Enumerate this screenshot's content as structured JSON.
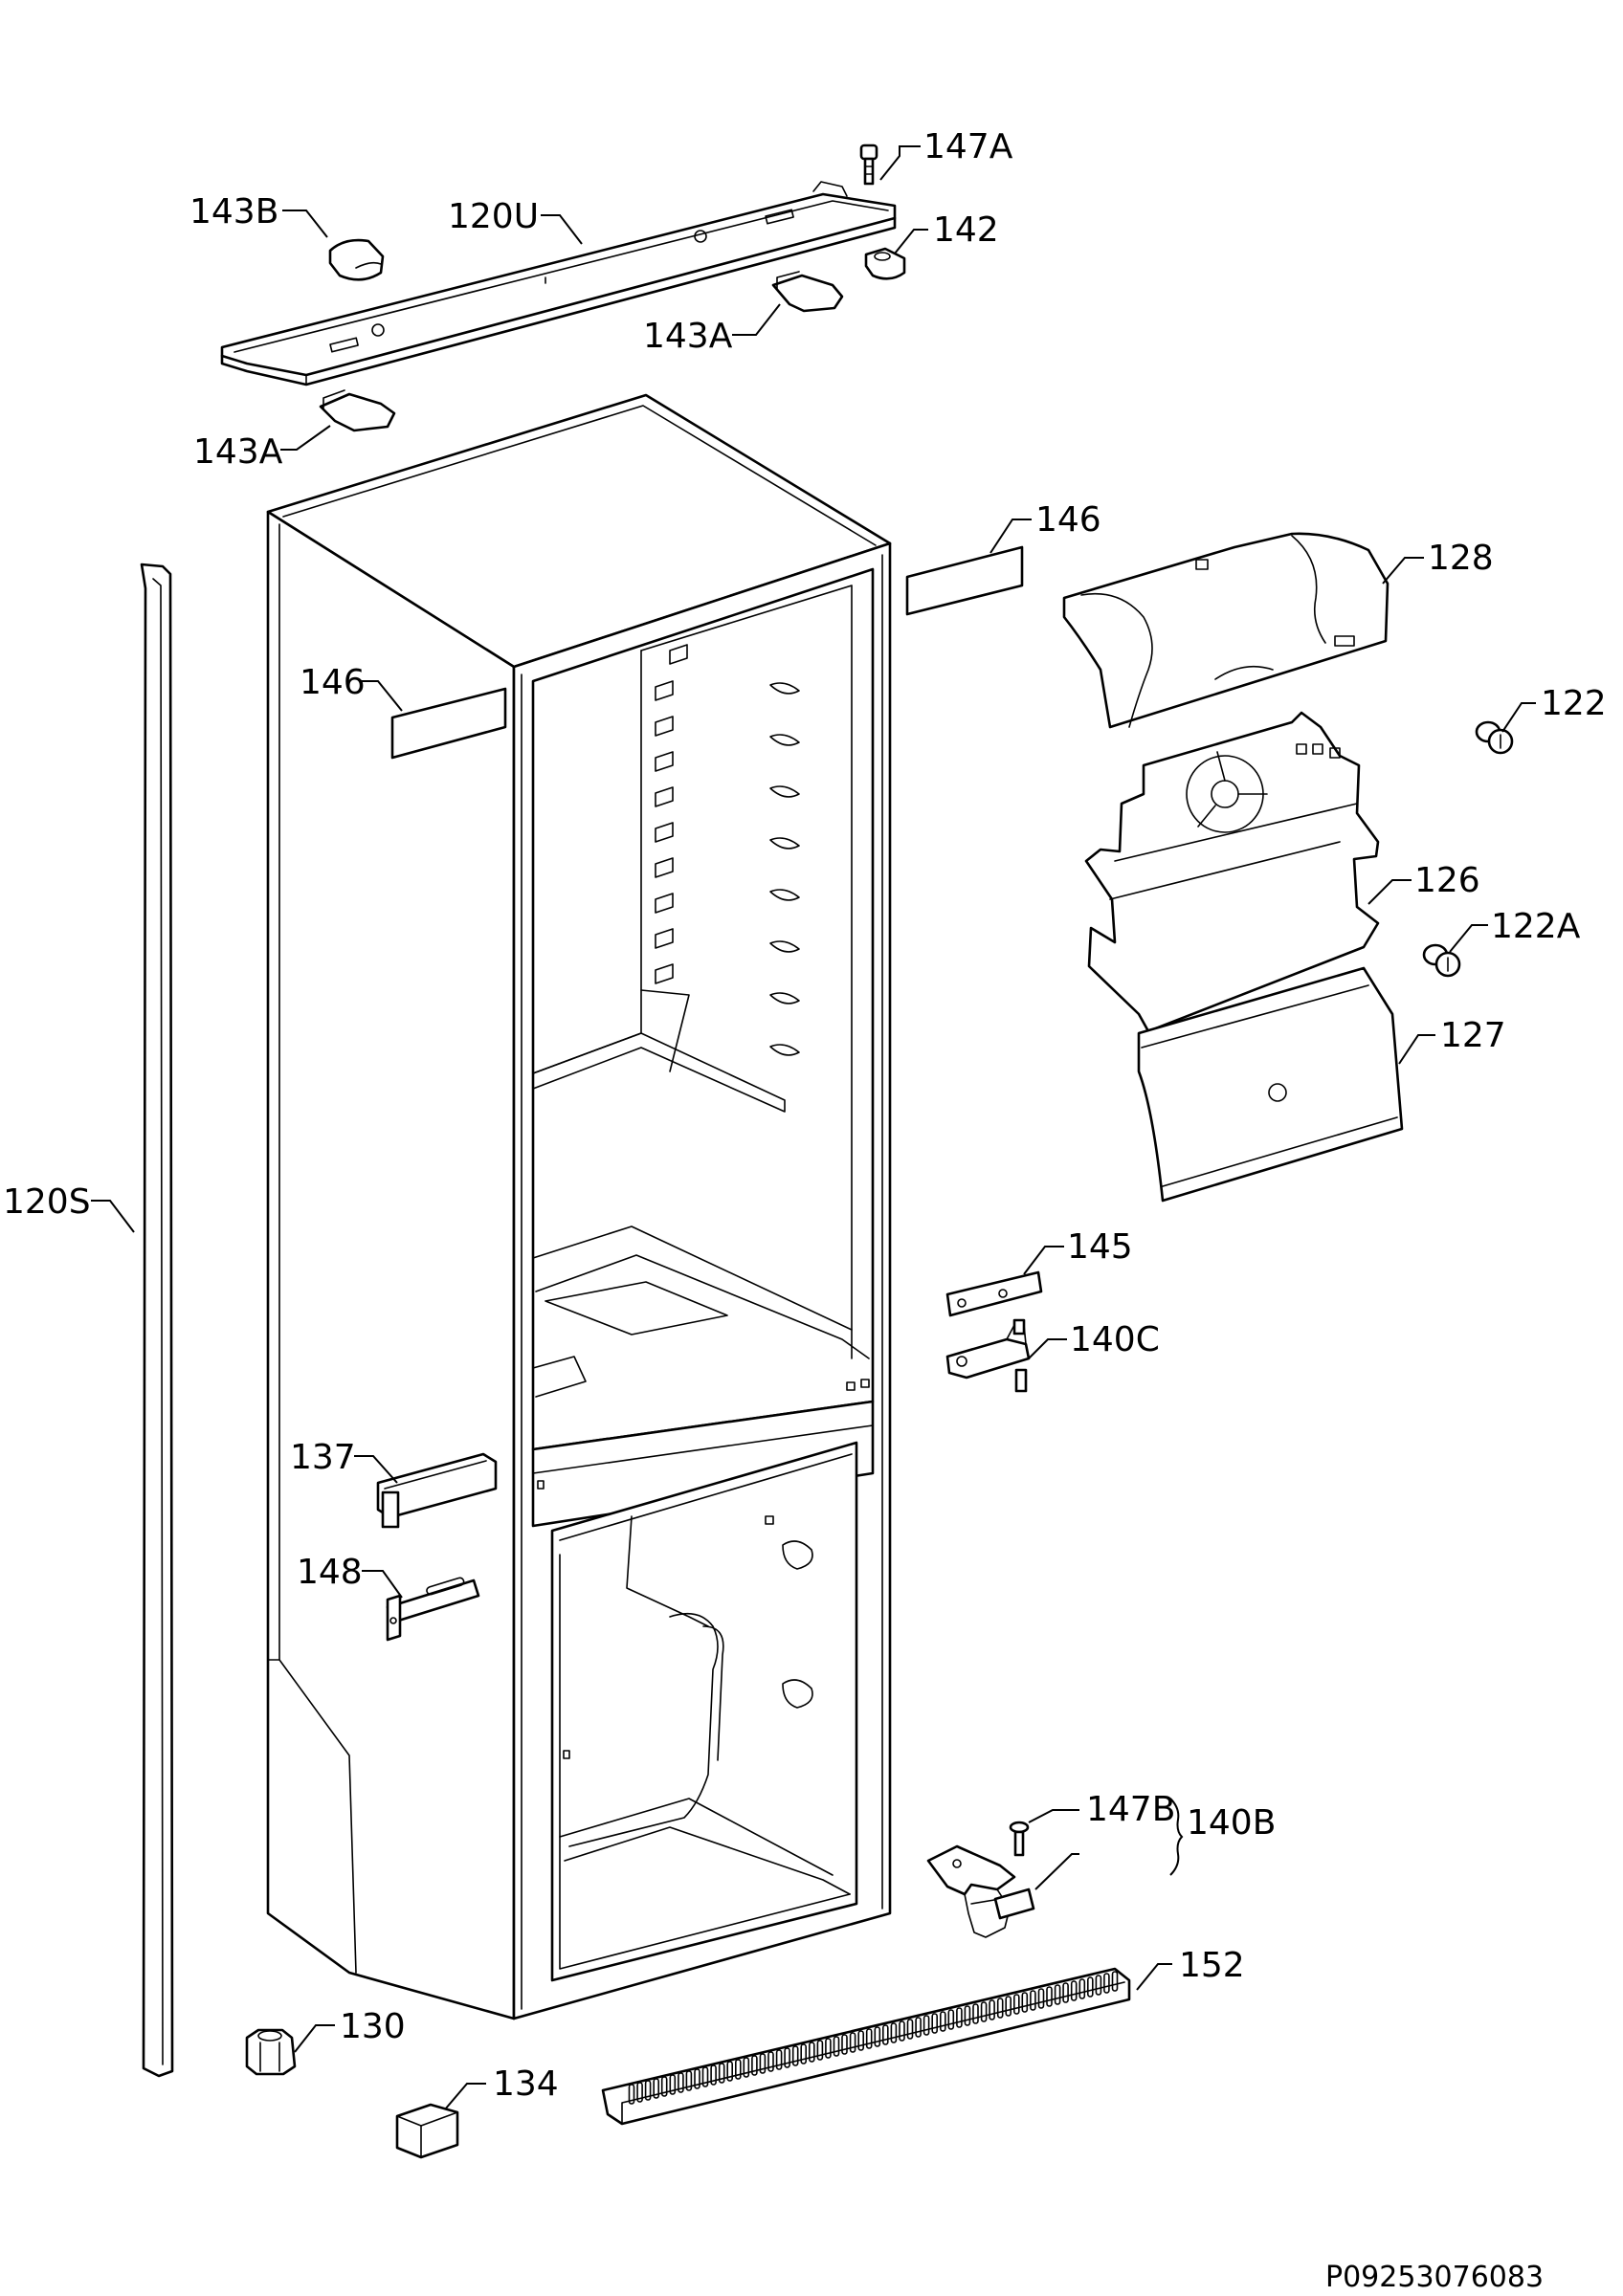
{
  "diagram": {
    "drawing_code": "P09253076083",
    "parts": {
      "p147A": "147A",
      "p143B": "143B",
      "p120U": "120U",
      "p142": "142",
      "p143A_top": "143A",
      "p143A_left": "143A",
      "p146_right": "146",
      "p146_left": "146",
      "p128": "128",
      "p122": "122",
      "p126": "126",
      "p122A": "122A",
      "p127": "127",
      "p120S": "120S",
      "p145": "145",
      "p140C": "140C",
      "p137": "137",
      "p148": "148",
      "p147B": "147B",
      "p140B": "140B",
      "p152": "152",
      "p130": "130",
      "p134": "134"
    }
  }
}
